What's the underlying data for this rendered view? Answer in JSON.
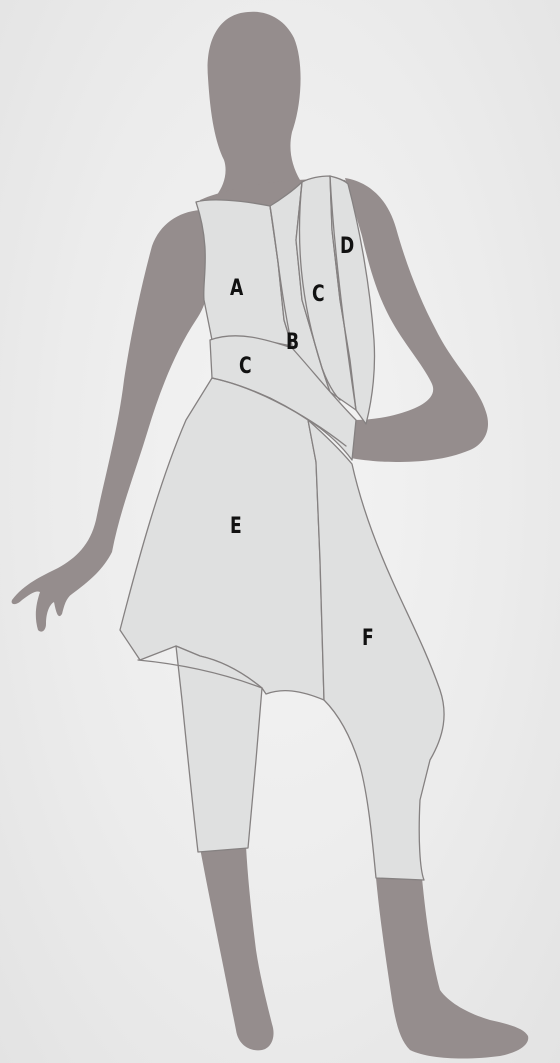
{
  "diagram": {
    "colors": {
      "background": "#ececec",
      "silhouette": "#958d8d",
      "garment_fill": "#dfe0e0",
      "seam_line": "#858181",
      "label_text": "#111111"
    },
    "panels": [
      {
        "id": "panel-a",
        "label": "A"
      },
      {
        "id": "panel-b",
        "label": "B"
      },
      {
        "id": "panel-c-upper",
        "label": "C"
      },
      {
        "id": "panel-d",
        "label": "D"
      },
      {
        "id": "panel-c-waist",
        "label": "C"
      },
      {
        "id": "panel-e",
        "label": "E"
      },
      {
        "id": "panel-f",
        "label": "F"
      }
    ]
  }
}
